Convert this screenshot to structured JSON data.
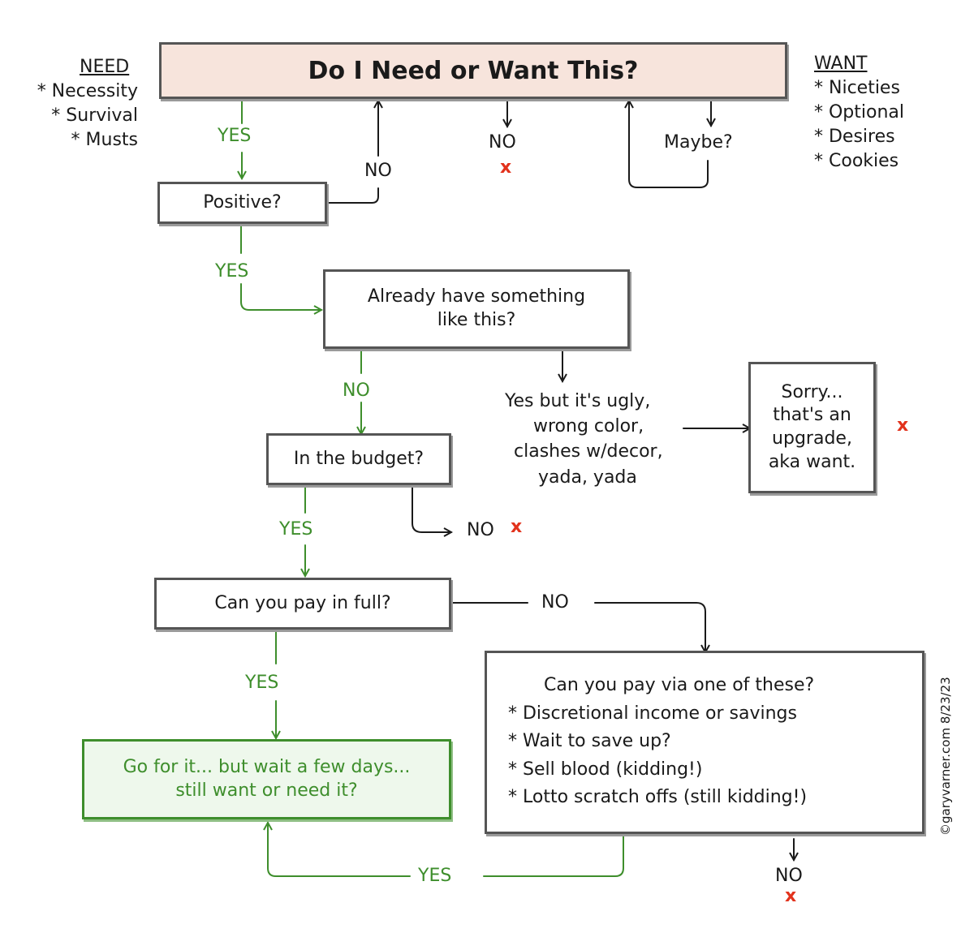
{
  "title": "Do I Need or Want This?",
  "need": {
    "heading": "NEED",
    "items": [
      "* Necessity",
      "* Survival",
      "* Musts"
    ]
  },
  "want": {
    "heading": "WANT",
    "items": [
      "* Niceties",
      "* Optional",
      "* Desires",
      "* Cookies"
    ]
  },
  "labels": {
    "yes": "YES",
    "no": "NO",
    "x": "x",
    "maybe": "Maybe?"
  },
  "boxes": {
    "positive": "Positive?",
    "already_have_1": "Already have something",
    "already_have_2": "like this?",
    "budget": "In the budget?",
    "pay_full": "Can you pay in full?",
    "go_for_it_1": "Go for it... but wait a few days...",
    "go_for_it_2": "still want or need it?",
    "sorry_1": "Sorry...",
    "sorry_2": "that's an",
    "sorry_3": "upgrade,",
    "sorry_4": "aka want.",
    "pay_via_title": "Can you pay via one of these?",
    "pay_via_items": [
      "* Discretional income or savings",
      "* Wait to save up?",
      "* Sell blood (kidding!)",
      "* Lotto scratch offs (still kidding!)"
    ]
  },
  "ugly": [
    "Yes but it's ugly,",
    "wrong color,",
    "clashes w/decor,",
    "yada, yada"
  ],
  "credit": "©garyvarner.com 8/23/23",
  "colors": {
    "green": "#3e8e2c",
    "red": "#e2321c",
    "title_fill": "#f7e4dc",
    "go_fill": "#eef8ec",
    "line": "#1a1a1a"
  }
}
